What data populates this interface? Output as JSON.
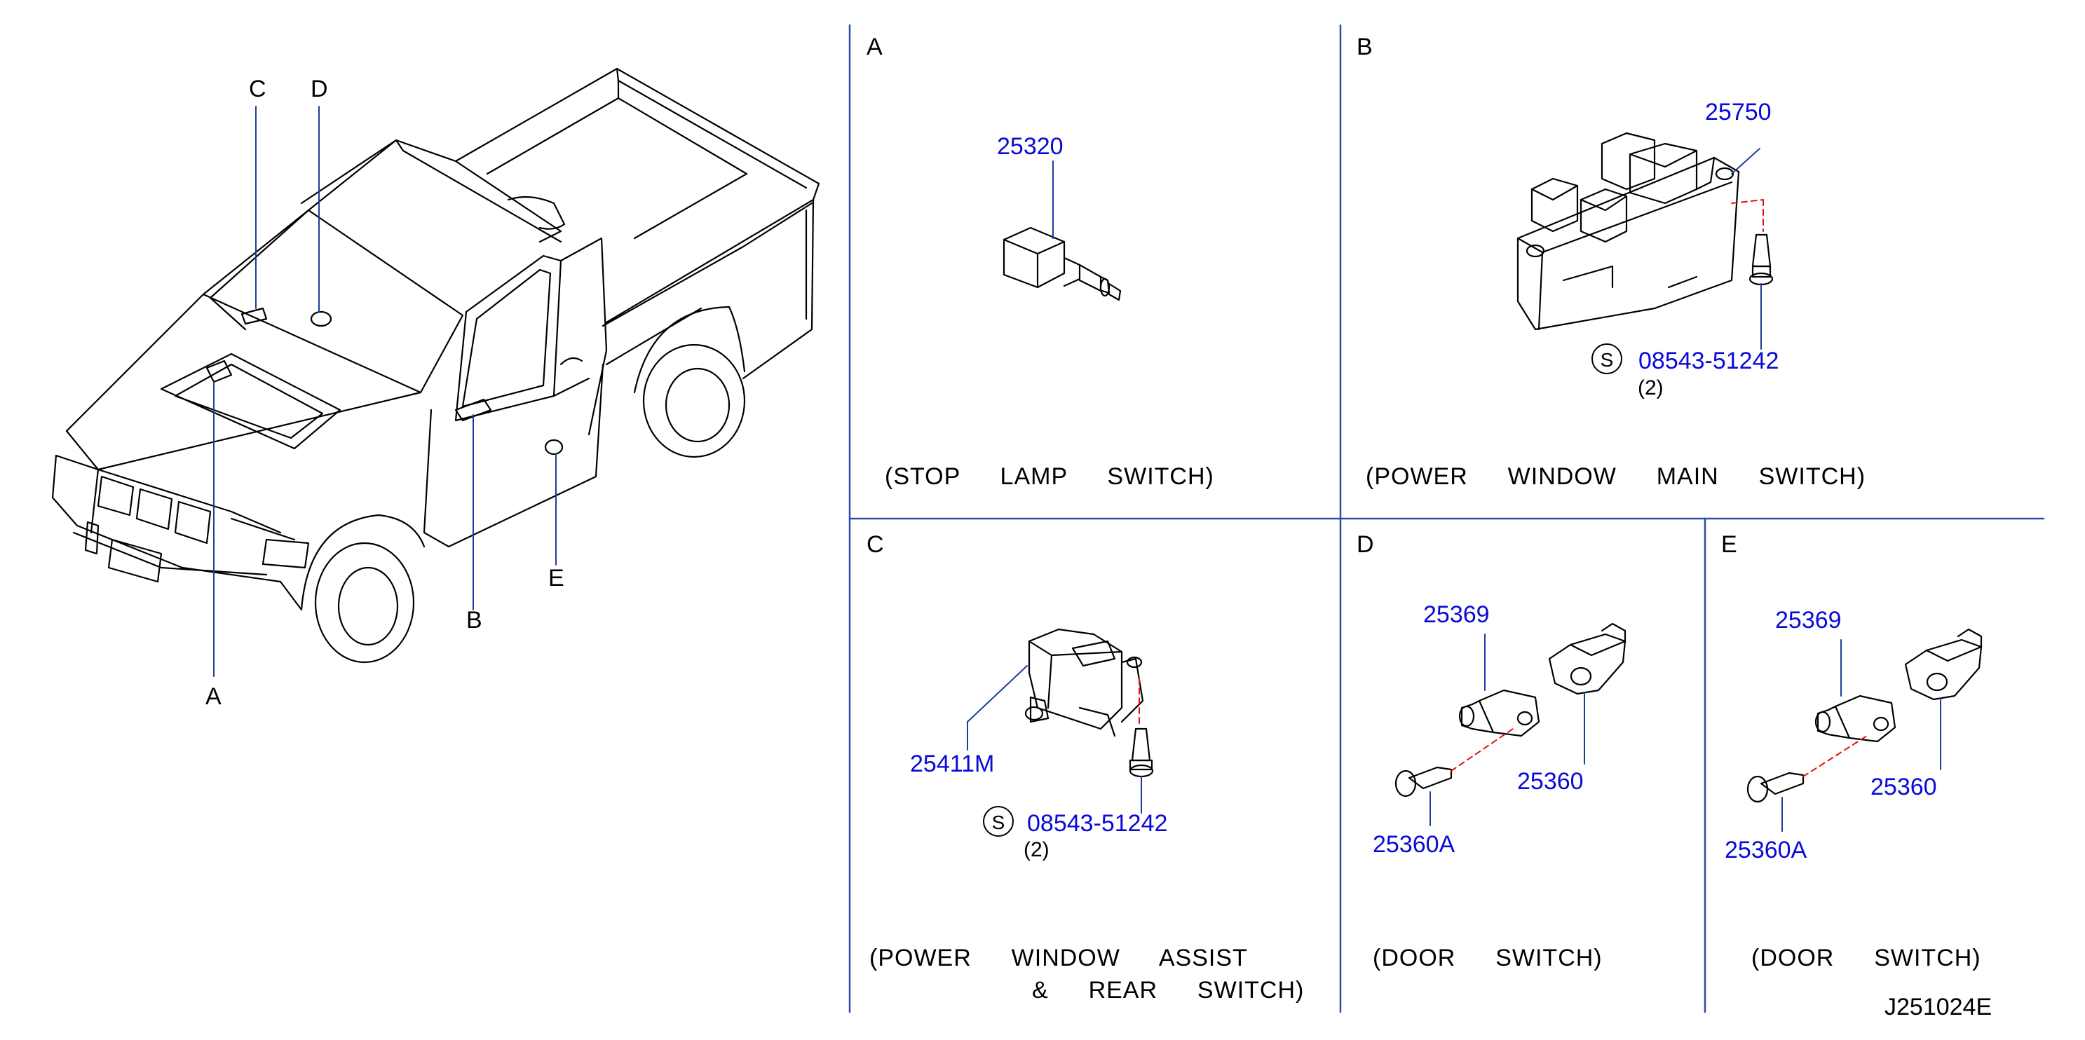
{
  "overview": {
    "callouts": {
      "A": "A",
      "B": "B",
      "C": "C",
      "D": "D",
      "E": "E"
    }
  },
  "panels": {
    "A": {
      "letter": "A",
      "part": "25320",
      "caption": "(STOP  LAMP  SWITCH)"
    },
    "B": {
      "letter": "B",
      "part": "25750",
      "screw_symbol": "S",
      "screw": "08543-51242",
      "screw_qty": "(2)",
      "caption": "(POWER  WINDOW  MAIN  SWITCH)"
    },
    "C": {
      "letter": "C",
      "part": "25411M",
      "screw_symbol": "S",
      "screw": "08543-51242",
      "screw_qty": "(2)",
      "caption_line1": "(POWER  WINDOW  ASSIST",
      "caption_line2": "&  REAR  SWITCH)"
    },
    "D": {
      "letter": "D",
      "part_plunger": "25369",
      "part_housing": "25360",
      "part_screw": "25360A",
      "caption": "(DOOR  SWITCH)"
    },
    "E": {
      "letter": "E",
      "part_plunger": "25369",
      "part_housing": "25360",
      "part_screw": "25360A",
      "caption": "(DOOR  SWITCH)"
    }
  },
  "diagram_code": "J251024E",
  "colors": {
    "part_number": "#0a0ad8",
    "divider": "#2a4fa8",
    "leader": "#1a3f9a",
    "dash": "#e01010",
    "line": "#000000"
  }
}
